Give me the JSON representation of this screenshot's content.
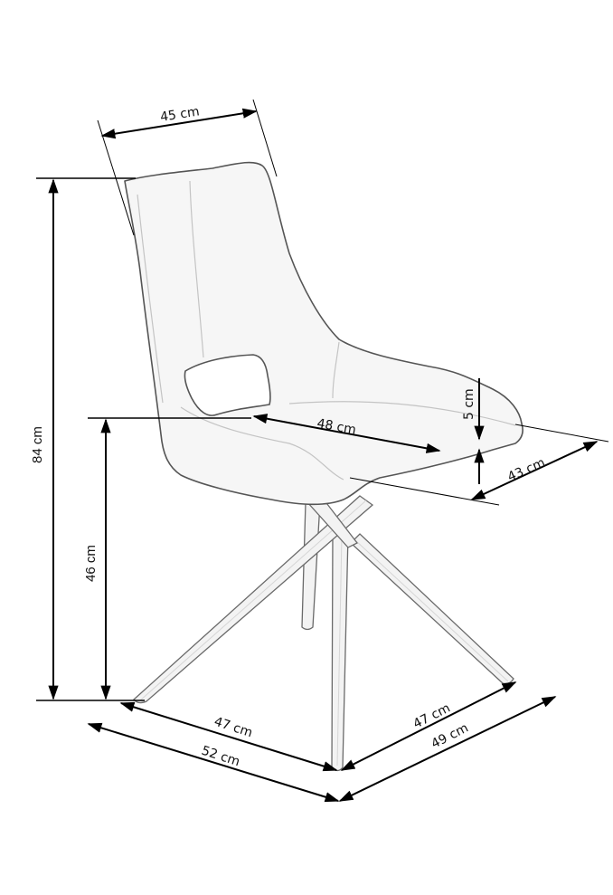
{
  "diagram": {
    "subject": "Swivel dining chair with crossed metal legs",
    "unit": "cm",
    "line_color": "#000000",
    "outline_color": "#555555",
    "background_color": "#ffffff",
    "dimensions": {
      "backrest_width": "45 cm",
      "total_height": "84 cm",
      "seat_height": "46 cm",
      "seat_depth": "48 cm",
      "seat_thickness": "5 cm",
      "seat_width": "43 cm",
      "leg_span_left": "47 cm",
      "leg_span_right": "47 cm",
      "overall_depth": "52 cm",
      "overall_width": "49 cm"
    }
  }
}
